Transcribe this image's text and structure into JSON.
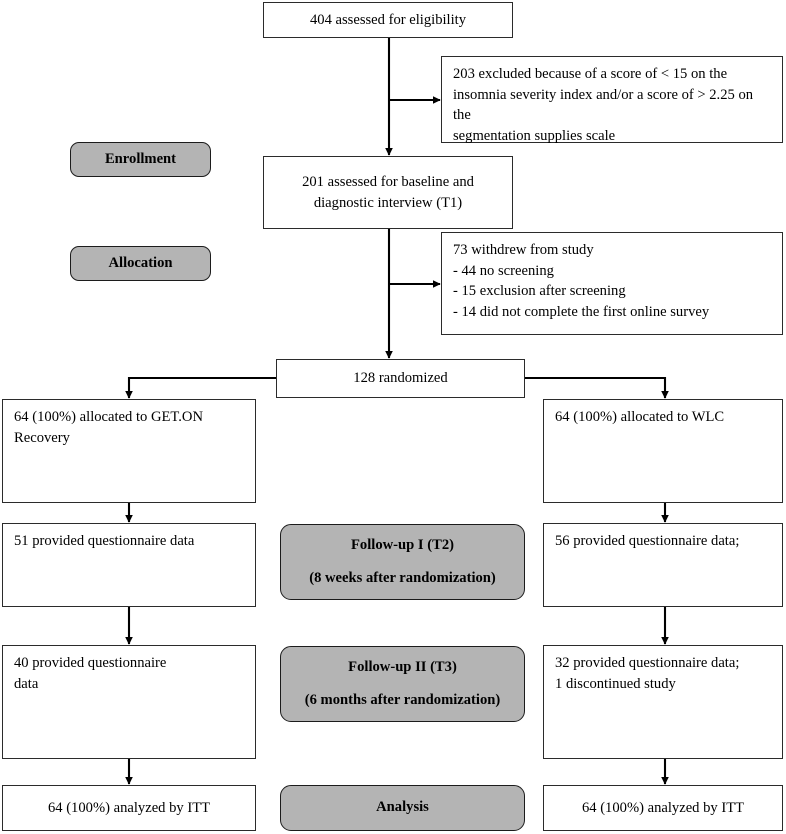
{
  "diagram": {
    "title": "CONSORT participant flow diagram",
    "colors": {
      "stage_fill": "#b4b4b4",
      "box_border": "#2b2b2b",
      "background": "#ffffff",
      "connector": "#000000"
    }
  },
  "nodes": {
    "assessed": {
      "line1": "404 assessed for eligibility"
    },
    "excluded": {
      "line1": "203 excluded because of a score of < 15 on the",
      "line2": "insomnia severity index and/or a score of > 2.25 on the",
      "line3": "segmentation supplies scale"
    },
    "baseline": {
      "line1": "201 assessed for baseline and",
      "line2": "diagnostic interview (T1)"
    },
    "withdrew": {
      "line1": "73 withdrew from study",
      "line2": "- 44 no screening",
      "line3": "- 15 exclusion after screening",
      "line4": "- 14 did not complete the first online survey"
    },
    "randomized": {
      "line1": "128 randomized"
    },
    "alloc_left": {
      "line1": "64 (100%) allocated to GET.ON",
      "line2": "Recovery"
    },
    "alloc_right": {
      "line1": "64 (100%) allocated to WLC"
    },
    "t2_left": {
      "line1": "51 provided questionnaire data"
    },
    "t2_right": {
      "line1": "56 provided questionnaire data;"
    },
    "t3_left": {
      "line1": " 40 provided questionnaire",
      "line2": "data"
    },
    "t3_right": {
      "line1": "32 provided questionnaire data;",
      "line2": "1 discontinued study"
    },
    "analysis_left": {
      "line1": "64 (100%) analyzed by ITT"
    },
    "analysis_right": {
      "line1": "64 (100%) analyzed by ITT"
    }
  },
  "stages": {
    "enrollment": {
      "line1": "Enrollment"
    },
    "allocation": {
      "line1": "Allocation"
    },
    "followup1": {
      "line1": "Follow-up I (T2)",
      "line2": "(8 weeks after randomization)"
    },
    "followup2": {
      "line1": "Follow-up II (T3)",
      "line2": "(6 months after randomization)"
    },
    "analysis": {
      "line1": "Analysis"
    }
  }
}
